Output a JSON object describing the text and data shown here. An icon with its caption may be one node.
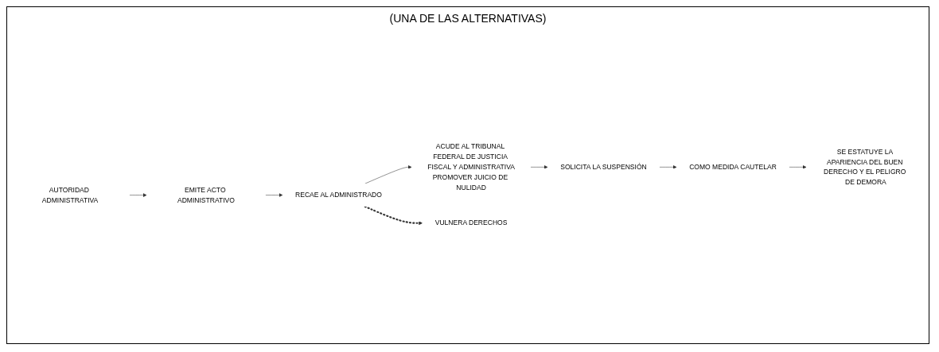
{
  "diagram": {
    "nodes": [
      {
        "text": [
          "AUTORIDAD ADMINISTRATIVA"
        ]
      },
      {
        "text": [
          "EMITE ACTO ADMINISTRATIVO"
        ]
      },
      {
        "text": [
          "RECAE AL ADMINISTRADO"
        ]
      },
      {
        "text": [
          "ACUDE AL TRIBUNAL FEDERAL DE JUSTICIA FISCAL Y ADMINISTRATIVA",
          "PROMOVER JUICIO DE NULIDAD"
        ]
      },
      {
        "text": [
          "VULNERA DERECHOS"
        ]
      },
      {
        "text": [
          "SOLICITA LA SUSPENSIÓN"
        ]
      },
      {
        "text": [
          "COMO MEDIDA CAUTELAR"
        ]
      },
      {
        "text": [
          "SE ESTATUYE LA APARIENCIA DEL BUEN DERECHO Y EL PELIGRO DE DEMORA"
        ]
      }
    ],
    "edges": [
      {
        "from": 0,
        "to": 1,
        "arrow": "to"
      },
      {
        "from": 1,
        "to": 2,
        "arrow": "to"
      },
      {
        "from": 2,
        "to": 3,
        "arrow": "to"
      },
      {
        "from": 2,
        "to": 4,
        "arrow": "to",
        "style": "dashed"
      },
      {
        "from": 3,
        "to": 5,
        "arrow": "to"
      },
      {
        "from": 5,
        "to": 6,
        "arrow": "to"
      },
      {
        "from": 6,
        "to": 7,
        "arrow": "to"
      }
    ],
    "labels": [
      "(UNA DE LAS ALTERNATIVAS)"
    ]
  }
}
